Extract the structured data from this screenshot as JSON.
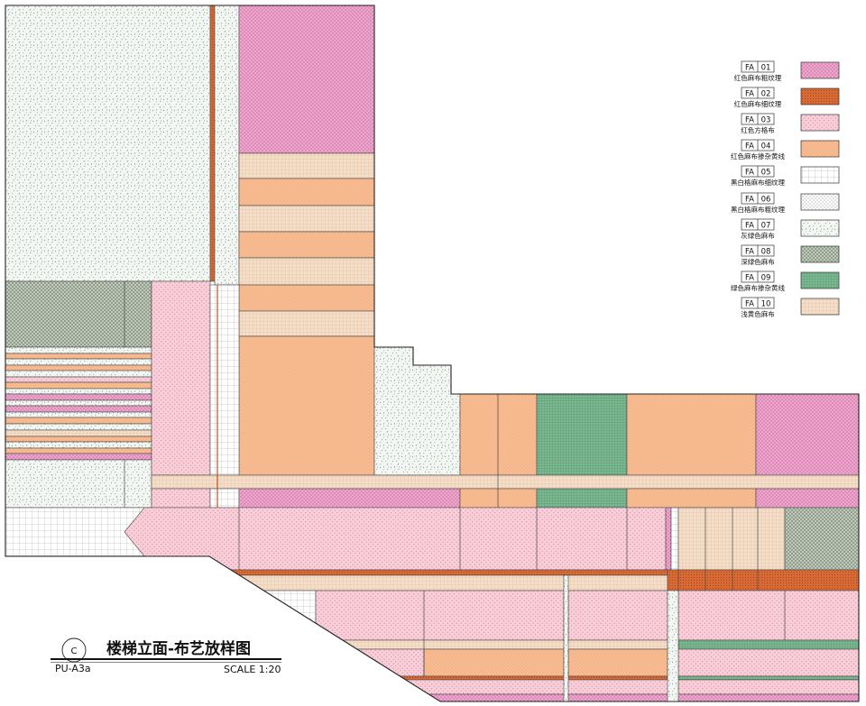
{
  "title_block": {
    "detail_letter": "C",
    "sheet_ref": "PU-A3a",
    "title": "楼梯立面-布艺放样图",
    "scale": "SCALE 1:20"
  },
  "legend": {
    "items": [
      {
        "code": "FA",
        "num": "01",
        "label": "红色麻布粗纹理",
        "color": "#eba7cd",
        "mark_color": "#c2528a"
      },
      {
        "code": "FA",
        "num": "02",
        "label": "红色麻布细纹理",
        "color": "#d86b35",
        "mark_color": "#a9441b"
      },
      {
        "code": "FA",
        "num": "03",
        "label": "红色方格布",
        "color": "#f8cfd9",
        "mark_color": "#d47890"
      },
      {
        "code": "FA",
        "num": "04",
        "label": "红色麻布掺杂黄线",
        "color": "#f9bd93",
        "mark_color": "#e08a5c"
      },
      {
        "code": "FA",
        "num": "05",
        "label": "黑白格麻布细纹理",
        "color": "#ffffff",
        "mark_color": "#a0a0a0"
      },
      {
        "code": "FA",
        "num": "06",
        "label": "黑白格麻布粗纹理",
        "color": "#ffffff",
        "mark_color": "#b4b4b4"
      },
      {
        "code": "FA",
        "num": "07",
        "label": "灰绿色麻布",
        "color": "#f3f6f3",
        "mark_color": "#5e8c6c"
      },
      {
        "code": "FA",
        "num": "08",
        "label": "深绿色麻布",
        "color": "#c7cfc3",
        "mark_color": "#6f806a"
      },
      {
        "code": "FA",
        "num": "09",
        "label": "绿色麻布掺杂黄线",
        "color": "#7cb993",
        "mark_color": "#3f7d56"
      },
      {
        "code": "FA",
        "num": "10",
        "label": "浅黄色麻布",
        "color": "#f4dec8",
        "mark_color": "#cfa481"
      }
    ]
  }
}
